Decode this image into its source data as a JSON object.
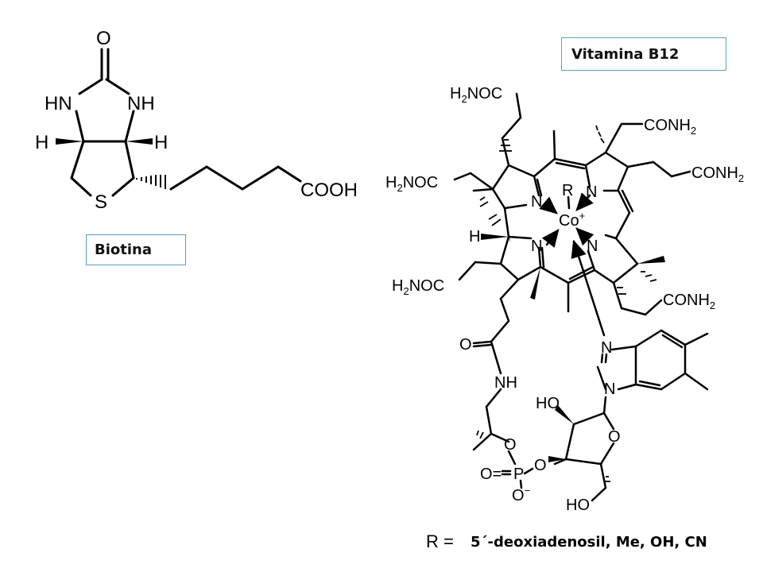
{
  "labels": {
    "vitamin_b12": "Vitamina B12",
    "biotin": "Biotina",
    "r_prefix": "R =",
    "r_definition": "5´-deoxiadenosil, Me, OH, CN"
  },
  "biotin_atoms": {
    "oxygen": "O",
    "nh_left": "HN",
    "nh_right": "NH",
    "h_left": "H",
    "h_right": "H",
    "sulfur": "S",
    "acid": "COOH"
  },
  "b12_groups": {
    "amide_top": "H2NOC",
    "amide_left": "H2NOC",
    "amide_lower_left": "H2NOC",
    "conh2_top": "CONH2",
    "conh2_right": "CONH2",
    "conh2_lower_right": "CONH2",
    "r_ligand": "R",
    "cobalt": "Co+",
    "h_ring": "H",
    "amide_o": "O",
    "amide_nh": "NH",
    "phosphate_o": "O",
    "phosphate_p": "P",
    "phosphate_o_double": "O=",
    "phosphate_o_minus": "O-",
    "ribose_ho": "HO",
    "ribose_o": "O",
    "ribose_oh_bottom": "HO",
    "bzim_n_top": "N",
    "bzim_n_bottom": "N",
    "ring_n": "N"
  }
}
